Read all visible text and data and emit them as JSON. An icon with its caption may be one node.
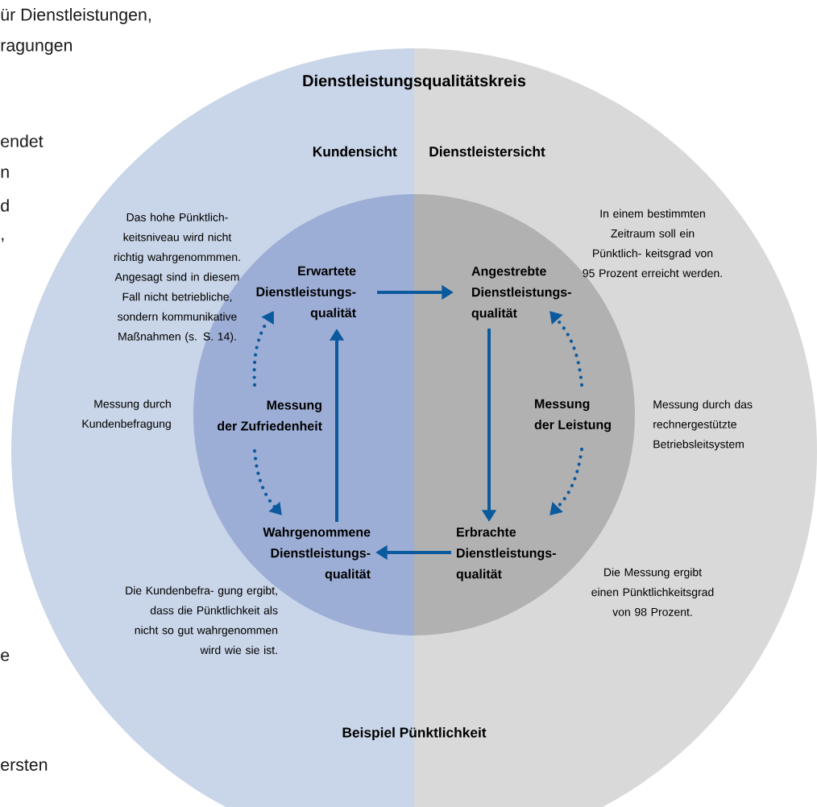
{
  "diagram": {
    "title": "Dienstleistungsqualitätskreis",
    "nodes": [
      {
        "text": [
          "Erwartete Dienstleistungs- qualität"
        ]
      },
      {
        "text": [
          "Angestrebte Dienstleistungs- qualität"
        ]
      },
      {
        "text": [
          "Erbrachte Dienstleistungs- qualität"
        ]
      },
      {
        "text": [
          "Wahrgenommene Dienstleistungs- qualität"
        ]
      },
      {
        "text": [
          "Messung der Zufriedenheit"
        ]
      },
      {
        "text": [
          "Messung der Leistung"
        ]
      }
    ],
    "edges": [
      {
        "from": 0,
        "to": 1,
        "arrow": "to"
      },
      {
        "from": 1,
        "to": 2,
        "arrow": "to"
      },
      {
        "from": 2,
        "to": 3,
        "arrow": "to"
      },
      {
        "from": 3,
        "to": 0,
        "arrow": "to"
      },
      {
        "from": 4,
        "to": 0,
        "arrow": "to",
        "style": "dashed"
      },
      {
        "from": 4,
        "to": 3,
        "arrow": "to",
        "style": "dashed"
      },
      {
        "from": 5,
        "to": 1,
        "arrow": "to",
        "style": "dashed"
      },
      {
        "from": 5,
        "to": 2,
        "arrow": "to",
        "style": "dashed"
      }
    ],
    "labels": [
      "ür Dienstleistungen,",
      "ragungen",
      "Kundensicht",
      "Dienstleistersicht",
      "endet",
      "n",
      "Das hohe Pünktlich- keitsniveau wird nicht richtig wahrgenommmen. Angesagt sind in diesem Fall nicht betriebliche, sondern kommunikative Maßnahmen (s. S. 14).",
      "In einem bestimmten Zeitraum soll ein Pünktlich- keitsgrad von 95 Prozent erreicht werden.",
      "d",
      ",",
      "Messung durch Kundenbefragung",
      "Messung durch das rechnergestützte Betriebsleitsystem",
      "Die Kundenbefra- gung ergibt, dass die Pünktlichkeit als nicht so gut wahrgenommen wird wie sie ist.",
      "Die Messung ergibt einen Pünktlichkeitsgrad von 98 Prozent.",
      "e",
      "Beispiel Pünktlichkeit",
      "ersten"
    ]
  }
}
